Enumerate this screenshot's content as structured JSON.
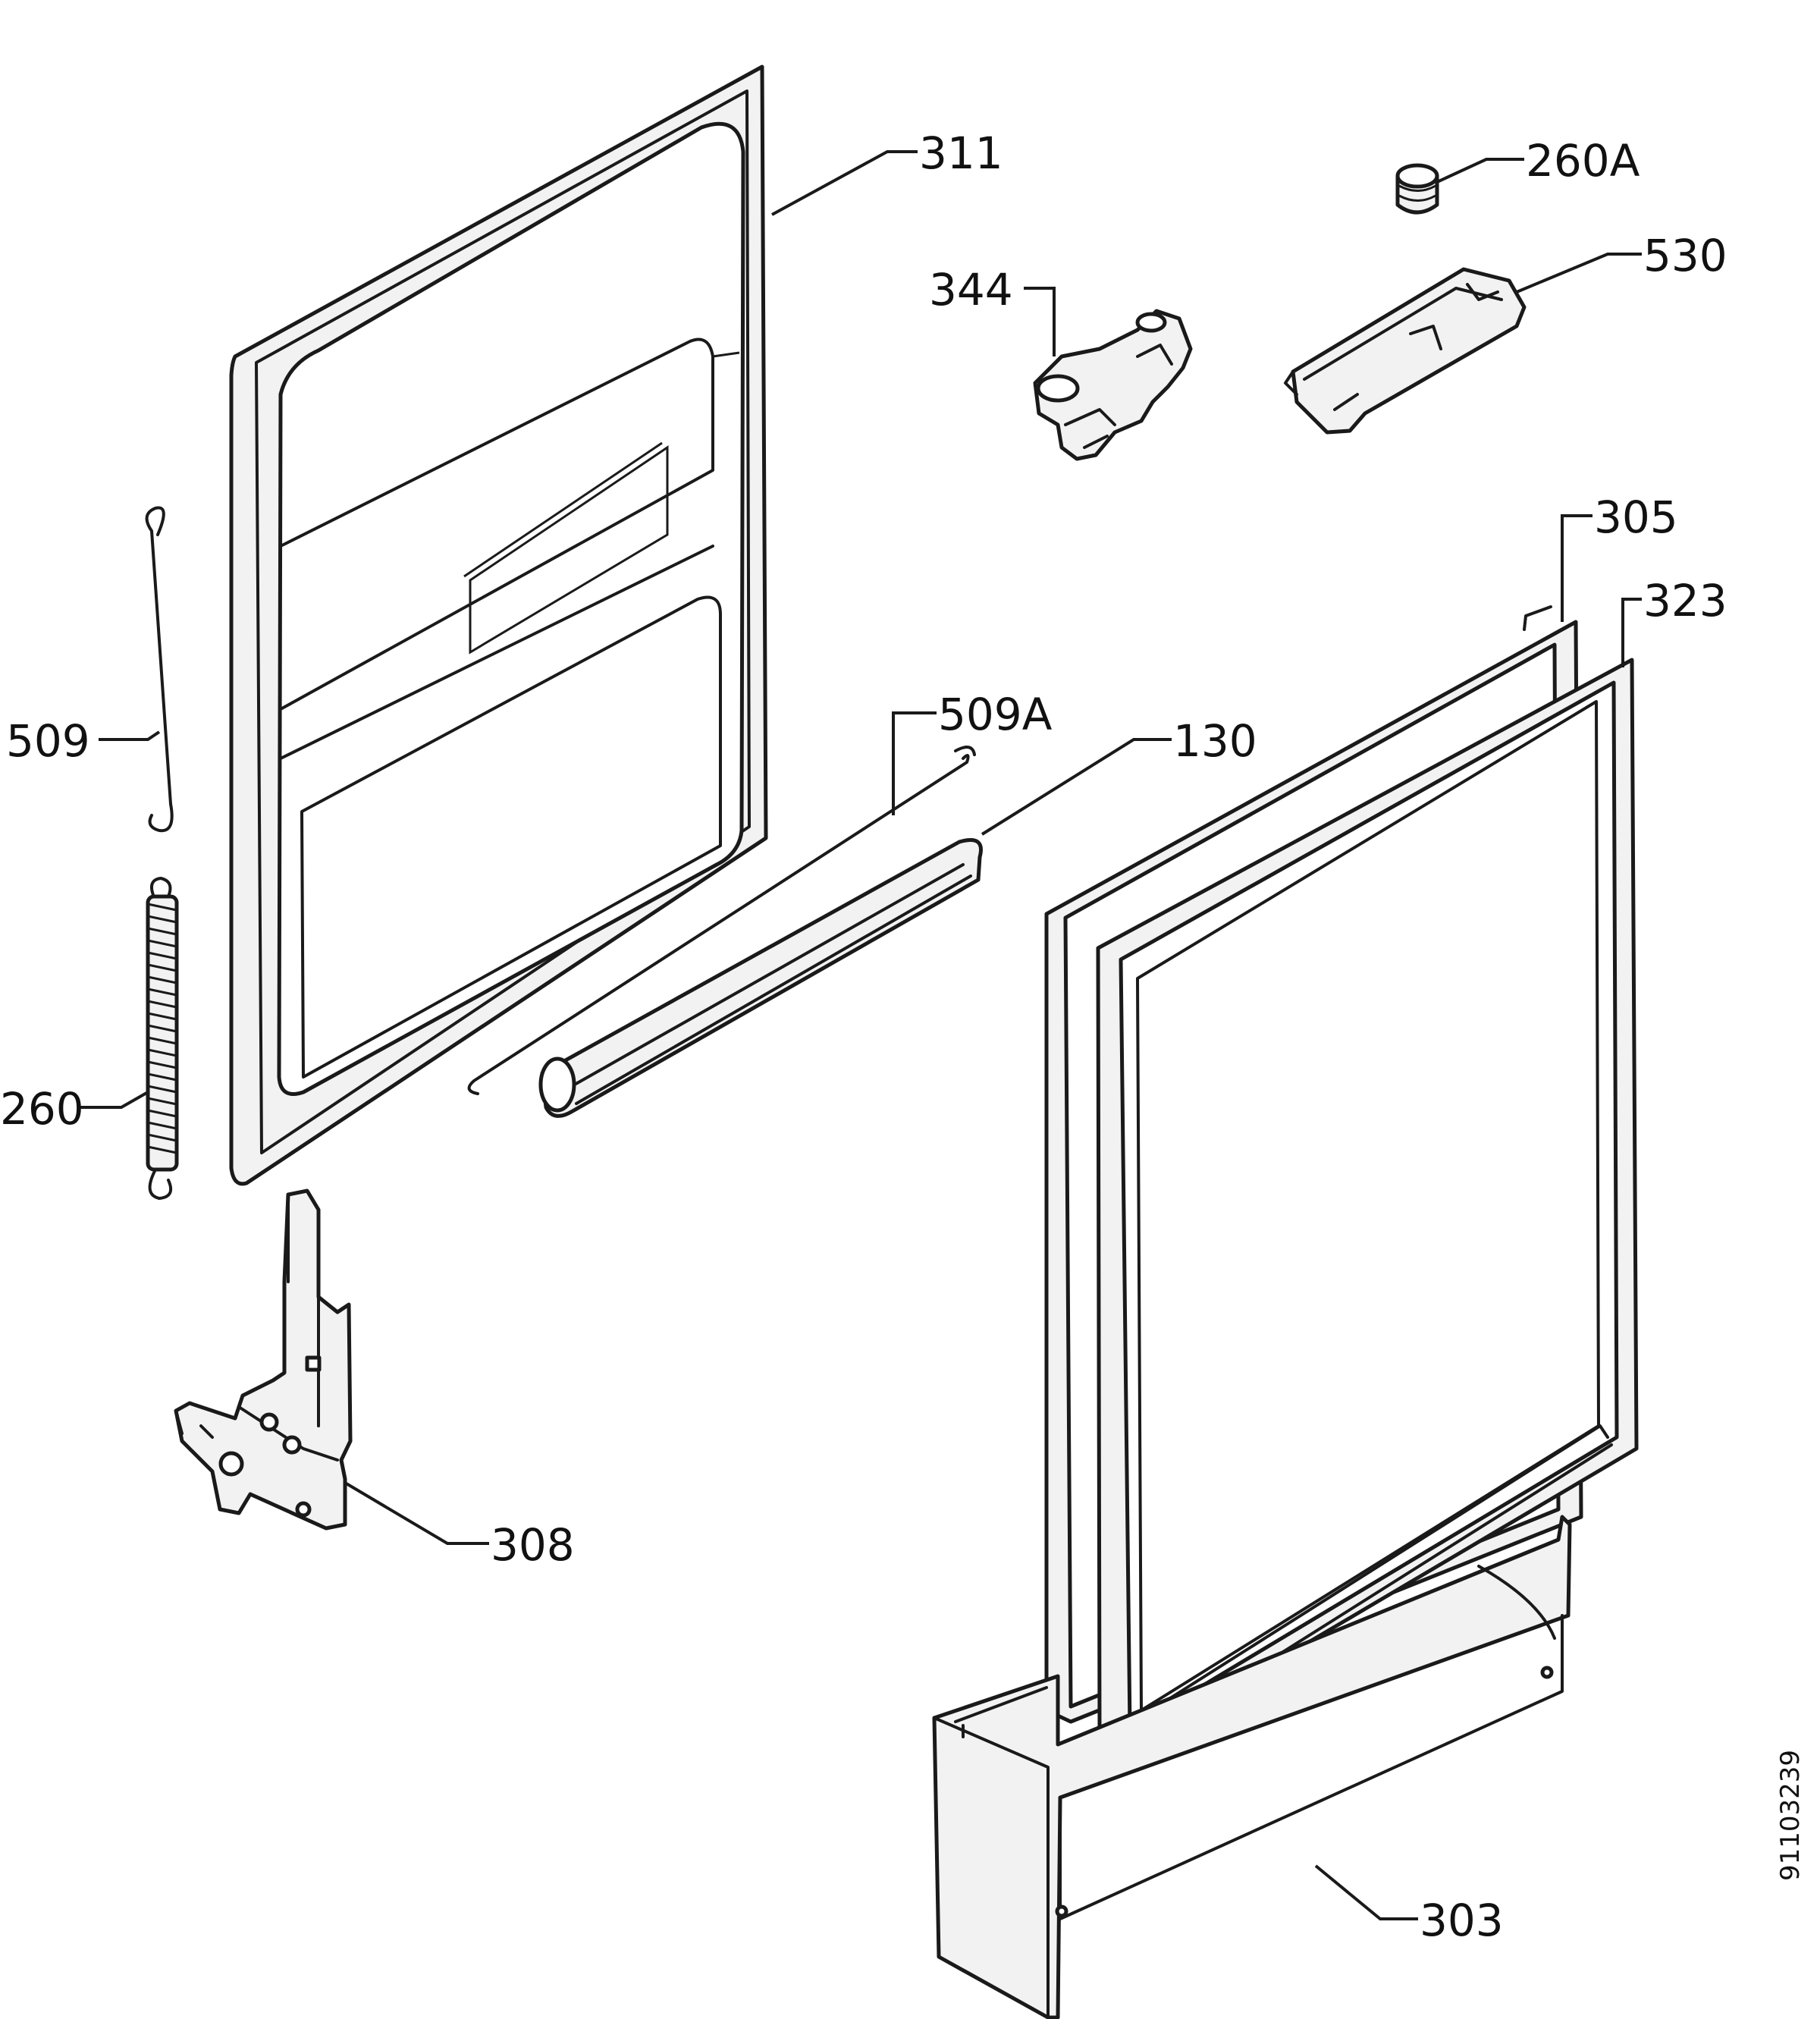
{
  "labels": {
    "p311": "311",
    "p260A": "260A",
    "p344": "344",
    "p530": "530",
    "p305": "305",
    "p323": "323",
    "p509A": "509A",
    "p130": "130",
    "p509": "509",
    "p260": "260",
    "p308": "308",
    "p303": "303"
  },
  "drawing_number": "91103239"
}
